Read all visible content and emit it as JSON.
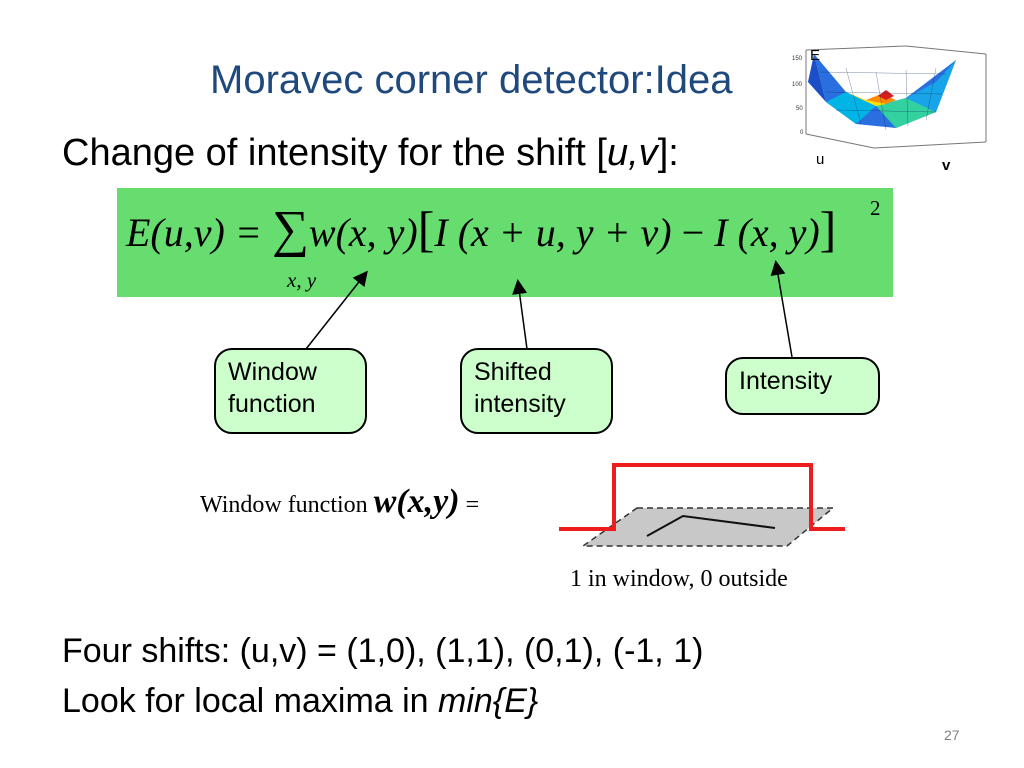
{
  "slide": {
    "title": "Moravec corner detector:Idea",
    "subtitle_prefix": "Change of intensity for the shift [",
    "subtitle_var": "u,v",
    "subtitle_suffix": "]:",
    "equation": {
      "lhs": "E(u,v) = ",
      "sum": "∑",
      "window": "w(x, y)",
      "bracket_open": "[",
      "shifted": "I (x + u, y + v)",
      "minus": " − ",
      "intensity": "I (x, y)",
      "bracket_close": "]",
      "subscript": "x, y",
      "exponent": "2"
    },
    "callouts": {
      "window": [
        "Window",
        "function"
      ],
      "shifted": [
        "Shifted",
        "intensity"
      ],
      "intensity": "Intensity"
    },
    "window_function": {
      "label": "Window function ",
      "symbol": "w(x,y)",
      "equals": " =",
      "caption": "1 in window, 0 outside"
    },
    "surface_plot": {
      "axis_e": "E",
      "axis_u": "u",
      "axis_v": "v"
    },
    "bottom": {
      "line1": "Four shifts: (u,v) = (1,0), (1,1), (0,1), (-1, 1)",
      "line2_prefix": "Look for local maxima in ",
      "line2_italic": "min{E}"
    },
    "page_number": "27",
    "colors": {
      "title": "#1f497d",
      "equation_bg": "#66dd6e",
      "callout_bg": "#ccffcc",
      "window_red": "#ee1c1c",
      "plane_gray": "#c8c8c8"
    }
  }
}
